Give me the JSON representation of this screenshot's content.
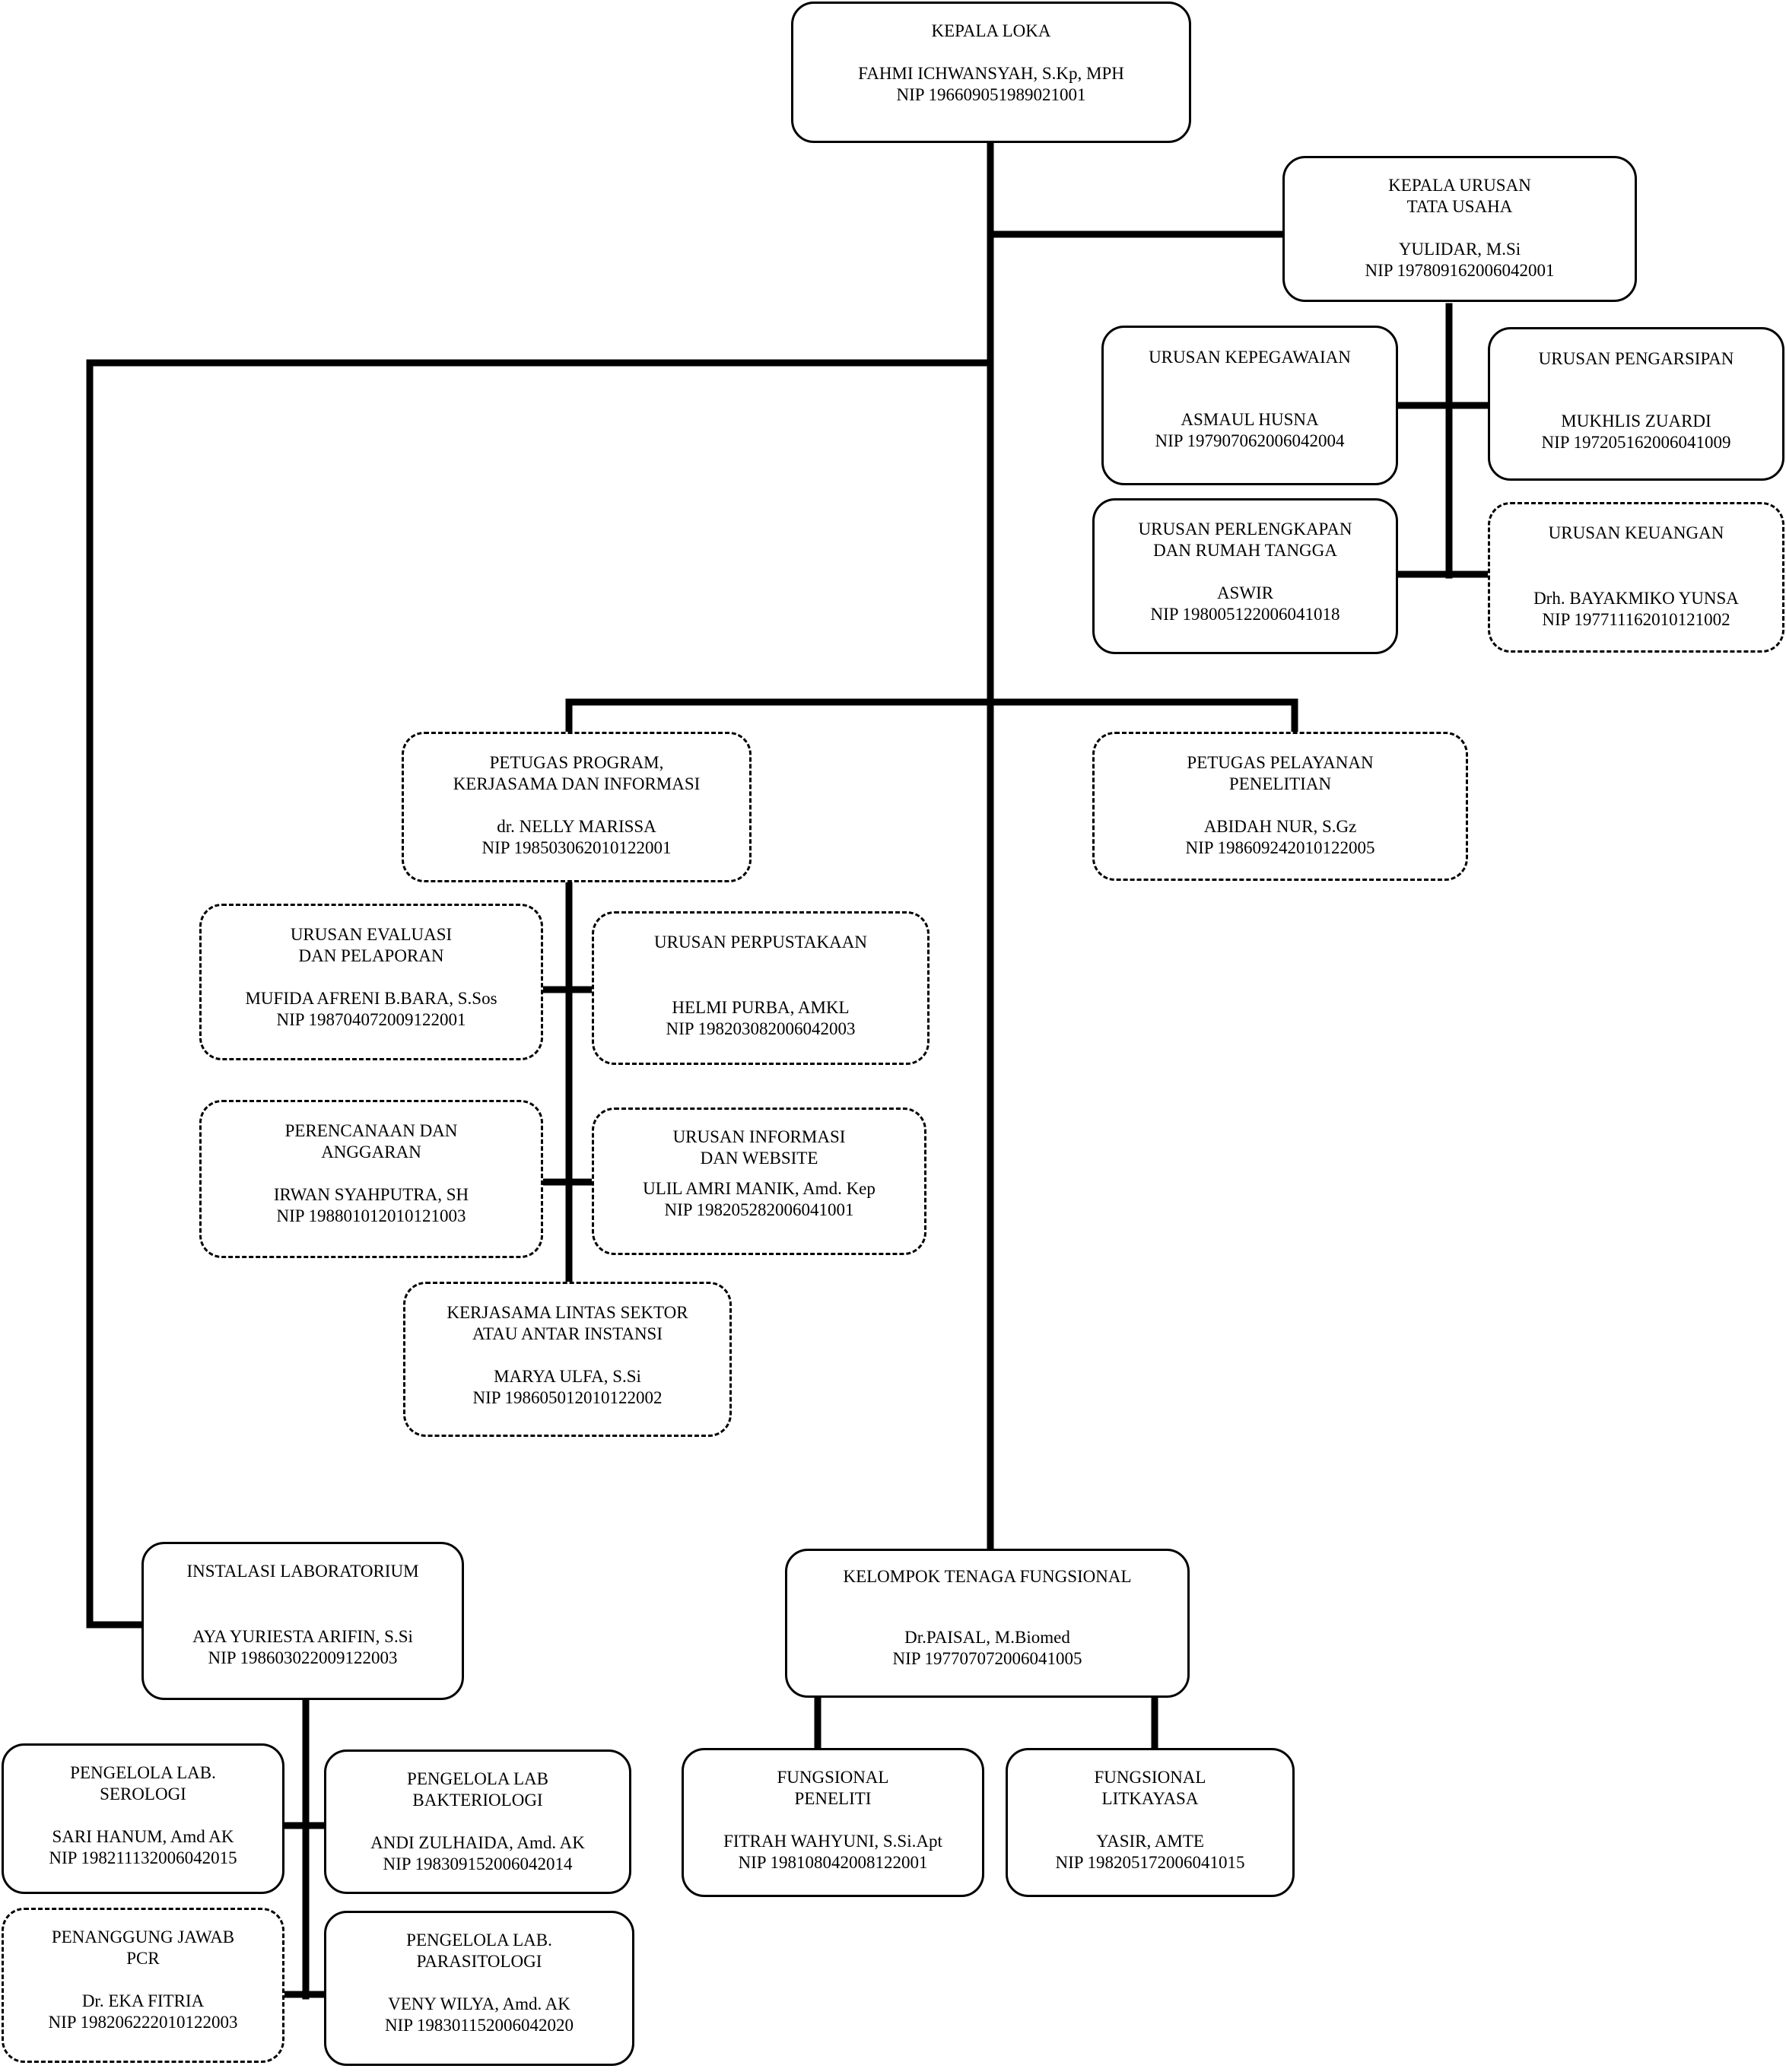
{
  "chart": {
    "head": {
      "title": "KEPALA LOKA",
      "name": "FAHMI ICHWANSYAH, S.Kp, MPH",
      "nip": "NIP 196609051989021001"
    },
    "tata_usaha": {
      "title": "KEPALA URUSAN\nTATA USAHA",
      "name": "YULIDAR, M.Si",
      "nip": "NIP 197809162006042001"
    },
    "kepegawaian": {
      "title": "URUSAN KEPEGAWAIAN",
      "name": "ASMAUL HUSNA",
      "nip": "NIP 197907062006042004"
    },
    "pengarsipan": {
      "title": "URUSAN PENGARSIPAN",
      "name": "MUKHLIS ZUARDI",
      "nip": "NIP 197205162006041009"
    },
    "perlengkapan": {
      "title": "URUSAN PERLENGKAPAN\nDAN RUMAH TANGGA",
      "name": "ASWIR",
      "nip": "NIP 198005122006041018"
    },
    "keuangan": {
      "title": "URUSAN KEUANGAN",
      "name": "Drh. BAYAKMIKO YUNSA",
      "nip": "NIP 197711162010121002"
    },
    "program": {
      "title": "PETUGAS PROGRAM,\nKERJASAMA DAN INFORMASI",
      "name": "dr. NELLY MARISSA",
      "nip": "NIP 198503062010122001"
    },
    "pelayanan": {
      "title": "PETUGAS PELAYANAN\nPENELITIAN",
      "name": "ABIDAH NUR, S.Gz",
      "nip": "NIP 198609242010122005"
    },
    "evaluasi": {
      "title": "URUSAN EVALUASI\nDAN PELAPORAN",
      "name": "MUFIDA AFRENI B.BARA, S.Sos",
      "nip": "NIP 198704072009122001"
    },
    "perpustakaan": {
      "title": "URUSAN PERPUSTAKAAN",
      "name": "HELMI PURBA, AMKL",
      "nip": "NIP 198203082006042003"
    },
    "perencanaan": {
      "title": "PERENCANAAN DAN\nANGGARAN",
      "name": "IRWAN SYAHPUTRA, SH",
      "nip": "NIP 198801012010121003"
    },
    "informasi": {
      "title": "URUSAN INFORMASI\nDAN WEBSITE",
      "name": "ULIL AMRI MANIK, Amd. Kep",
      "nip": "NIP 198205282006041001"
    },
    "kerjasama": {
      "title": "KERJASAMA LINTAS SEKTOR\nATAU ANTAR INSTANSI",
      "name": "MARYA ULFA, S.Si",
      "nip": "NIP 198605012010122002"
    },
    "instalasi": {
      "title": "INSTALASI LABORATORIUM",
      "name": "AYA YURIESTA ARIFIN, S.Si",
      "nip": "NIP 198603022009122003"
    },
    "fungsional": {
      "title": "KELOMPOK TENAGA  FUNGSIONAL",
      "name": "Dr.PAISAL, M.Biomed",
      "nip": "NIP 197707072006041005"
    },
    "serologi": {
      "title": "PENGELOLA LAB.\nSEROLOGI",
      "name": "SARI HANUM, Amd AK",
      "nip": "NIP 198211132006042015"
    },
    "bakteriologi": {
      "title": "PENGELOLA LAB\nBAKTERIOLOGI",
      "name": "ANDI ZULHAIDA, Amd. AK",
      "nip": "NIP 198309152006042014"
    },
    "pcr": {
      "title": "PENANGGUNG JAWAB\nPCR",
      "name": "Dr. EKA FITRIA",
      "nip": "NIP 198206222010122003"
    },
    "parasitologi": {
      "title": "PENGELOLA LAB.\nPARASITOLOGI",
      "name": "VENY WILYA, Amd. AK",
      "nip": "NIP 198301152006042020"
    },
    "peneliti": {
      "title": "FUNGSIONAL\nPENELITI",
      "name": "FITRAH WAHYUNI, S.Si.Apt",
      "nip": "NIP 198108042008122001"
    },
    "litkayasa": {
      "title": "FUNGSIONAL\nLITKAYASA",
      "name": "YASIR, AMTE",
      "nip": "NIP 198205172006041015"
    }
  }
}
